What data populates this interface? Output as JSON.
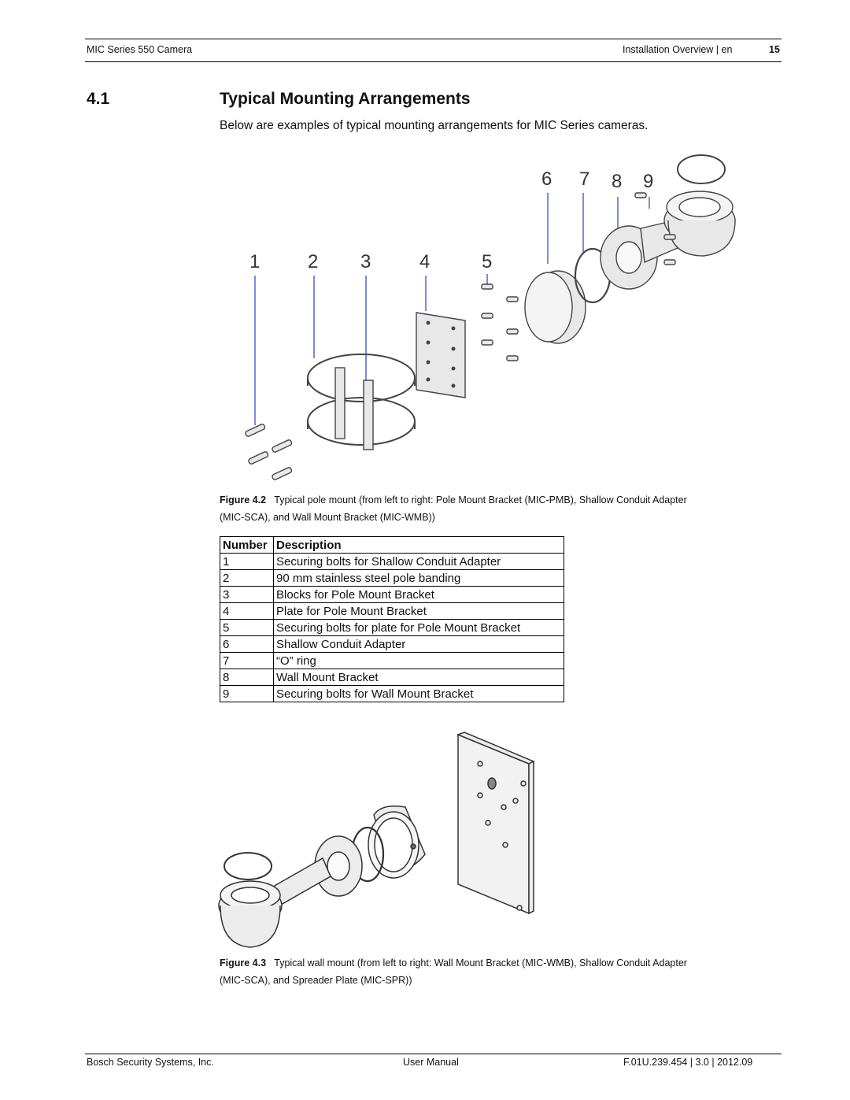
{
  "header": {
    "product": "MIC Series 550 Camera",
    "section_label": "Installation Overview | en",
    "page_number": "15"
  },
  "section": {
    "number": "4.1",
    "title": "Typical Mounting Arrangements",
    "intro": "Below are examples of typical mounting arrangements for MIC Series cameras."
  },
  "figure1": {
    "callouts": [
      "1",
      "2",
      "3",
      "4",
      "5",
      "6",
      "7",
      "8",
      "9"
    ],
    "caption_label": "Figure  4.2",
    "caption_line1": "Typical pole mount (from left to right: Pole Mount Bracket (MIC-PMB), Shallow Conduit Adapter",
    "caption_line2": "(MIC-SCA), and Wall Mount Bracket (MIC-WMB))"
  },
  "parts_table": {
    "headers": [
      "Number",
      "Description"
    ],
    "rows": [
      [
        "1",
        "Securing bolts for Shallow Conduit Adapter"
      ],
      [
        "2",
        "90 mm stainless steel pole banding"
      ],
      [
        "3",
        "Blocks for Pole Mount Bracket"
      ],
      [
        "4",
        "Plate for Pole Mount Bracket"
      ],
      [
        "5",
        "Securing bolts for plate for Pole Mount Bracket"
      ],
      [
        "6",
        "Shallow Conduit Adapter"
      ],
      [
        "7",
        "“O” ring"
      ],
      [
        "8",
        "Wall Mount Bracket"
      ],
      [
        "9",
        "Securing bolts for Wall Mount Bracket"
      ]
    ]
  },
  "figure2": {
    "caption_label": "Figure  4.3",
    "caption_line1": "Typical wall mount (from left to right: Wall Mount Bracket (MIC-WMB), Shallow Conduit Adapter",
    "caption_line2": "(MIC-SCA), and Spreader Plate (MIC-SPR))"
  },
  "footer": {
    "company": "Bosch Security Systems, Inc.",
    "doc_type": "User Manual",
    "doc_id": "F.01U.239.454 | 3.0 | 2012.09"
  },
  "colors": {
    "callout_line": "#5a6fd8",
    "drawing_stroke": "#444444",
    "drawing_fill": "#e8e8e8"
  }
}
